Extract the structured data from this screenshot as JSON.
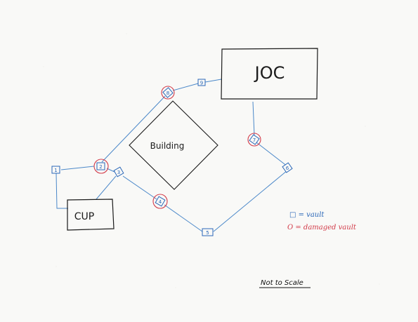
{
  "diagram": {
    "joc_label": "JOC",
    "cup_label": "CUP",
    "building_label": "Building",
    "not_to_scale": "Not to Scale",
    "legend": {
      "vault": "□ = vault",
      "damaged_vault": "O = damaged vault"
    },
    "vaults": [
      "1",
      "2",
      "3",
      "4",
      "5",
      "6",
      "7",
      "8",
      "9"
    ],
    "damaged_vaults": [
      "2",
      "4",
      "7",
      "8"
    ],
    "colors": {
      "line": "#4b88c9",
      "vault": "#2a67b8",
      "damaged": "#d23b49",
      "outline": "#1a1a1a"
    }
  }
}
